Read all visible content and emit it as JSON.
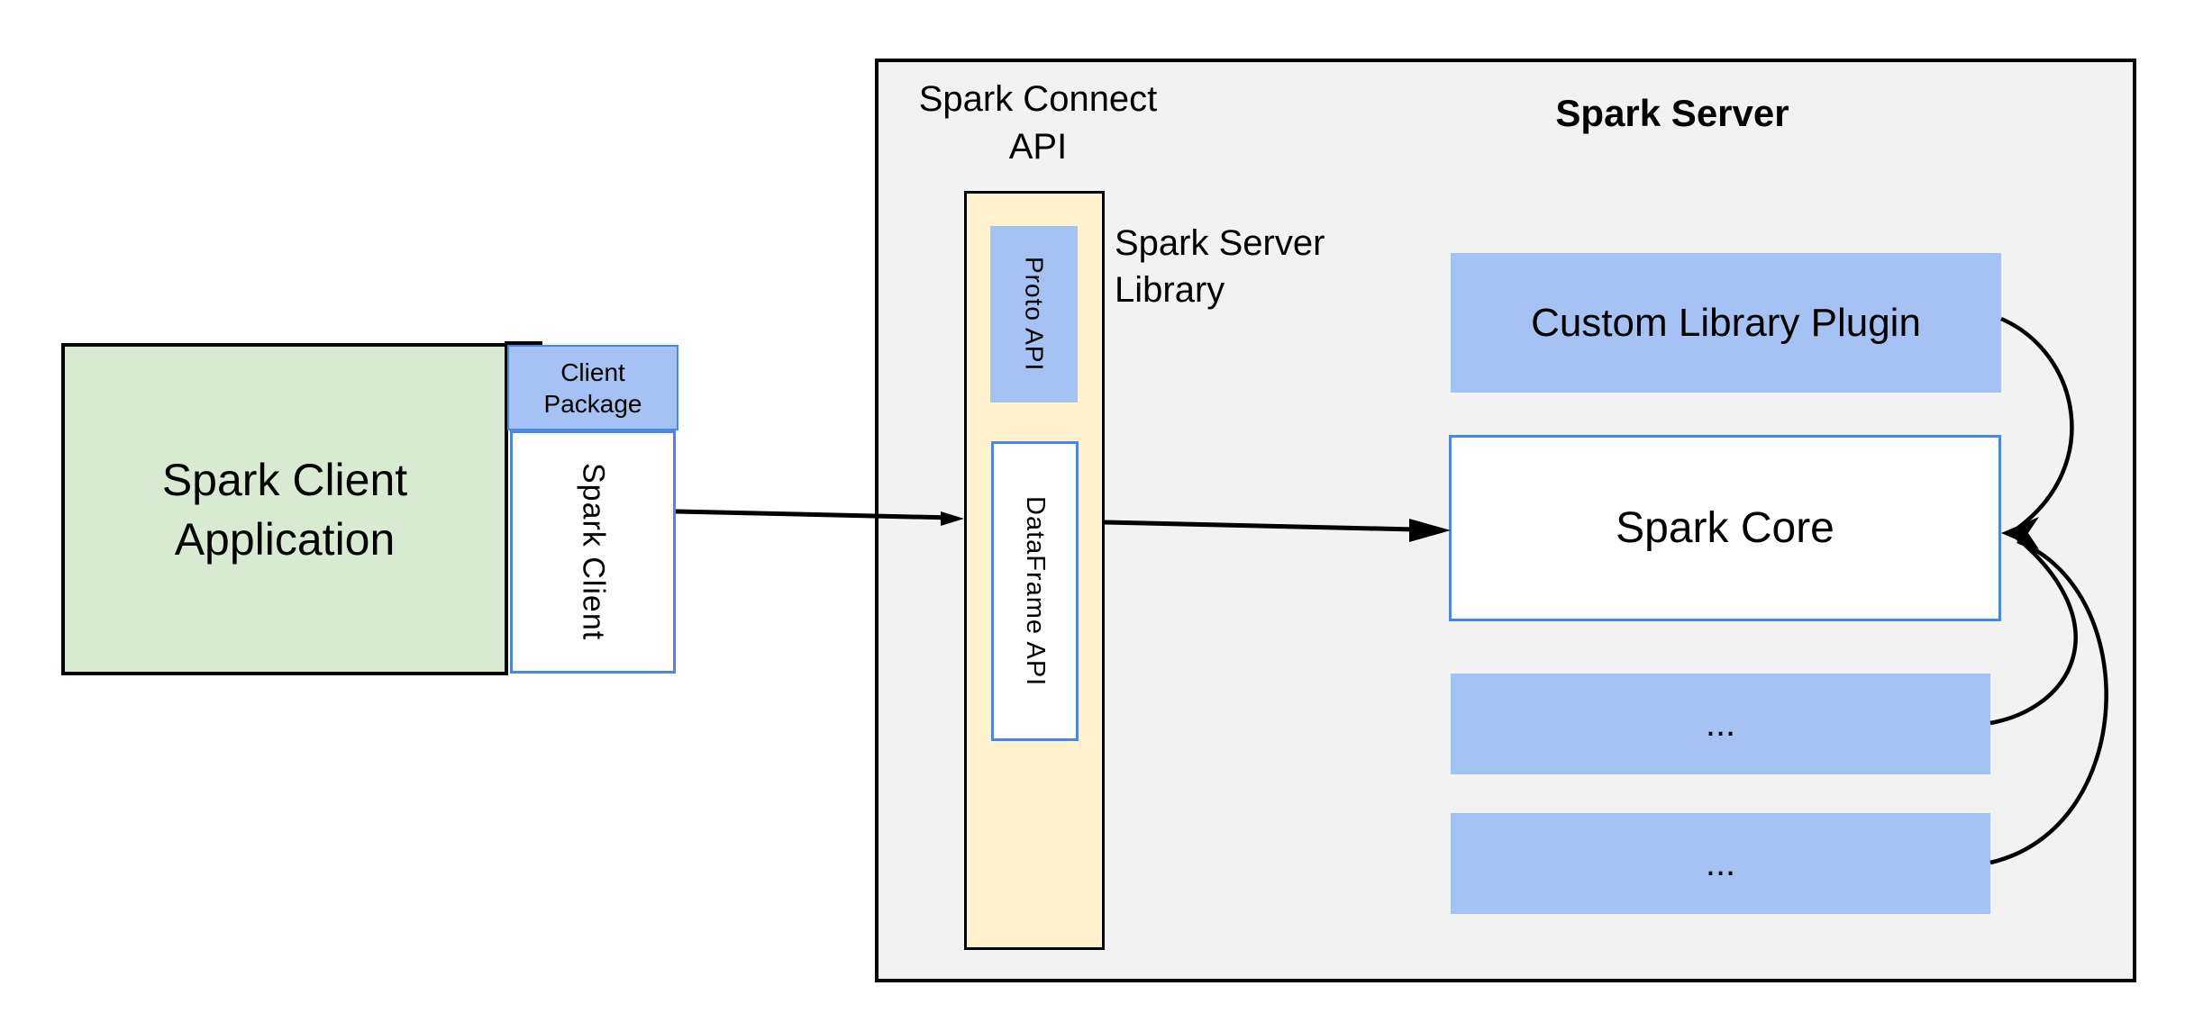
{
  "nodes": {
    "client_app": "Spark Client\nApplication",
    "client_package": "Client\nPackage",
    "spark_client": "Spark Client",
    "connect_api_title": "Spark Connect\nAPI",
    "proto_api": "Proto API",
    "dataframe_api": "DataFrame API",
    "server_library_label": "Spark Server\nLibrary",
    "server_title": "Spark Server",
    "custom_plugin": "Custom Library Plugin",
    "spark_core": "Spark Core",
    "plugin_slot_1": "...",
    "plugin_slot_2": "..."
  },
  "colors": {
    "green_fill": "#d9ead3",
    "blue_fill": "#a4c2f4",
    "yellow_fill": "#fff2cc",
    "gray_fill": "#f2f2f2",
    "blue_border": "#4a86e8",
    "black": "#000000",
    "white": "#ffffff"
  }
}
